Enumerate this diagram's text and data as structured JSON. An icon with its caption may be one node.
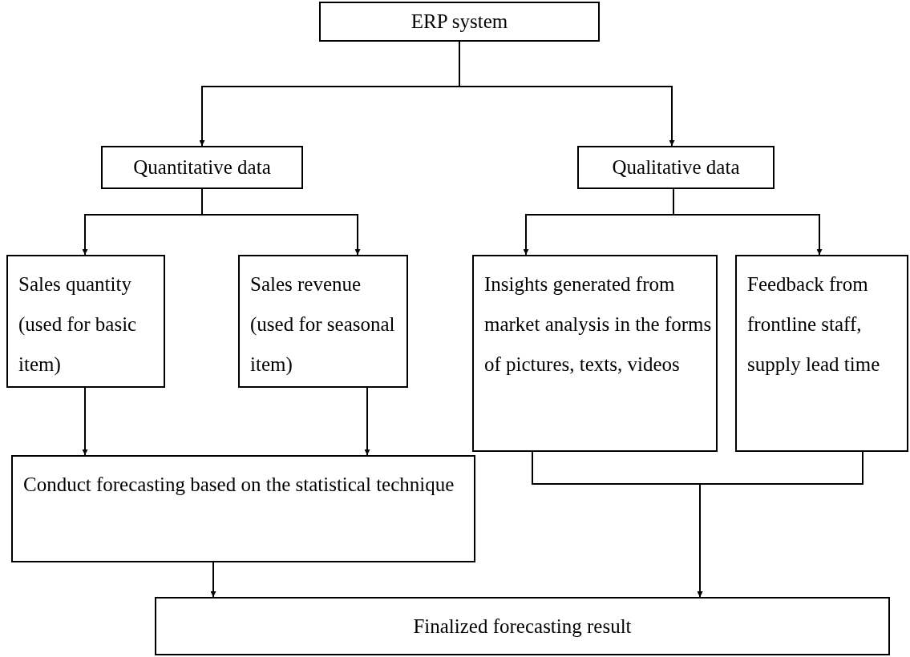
{
  "diagram": {
    "nodes": [
      {
        "text": [
          "ERP system"
        ]
      },
      {
        "text": [
          "Quantitative data"
        ]
      },
      {
        "text": [
          "Qualitative data"
        ]
      },
      {
        "text": [
          "Sales quantity (used for basic item)"
        ]
      },
      {
        "text": [
          "Sales revenue (used for seasonal item)"
        ]
      },
      {
        "text": [
          "Insights generated from market analysis in the forms of pictures, texts, videos"
        ]
      },
      {
        "text": [
          "Feedback from frontline staff, supply lead time"
        ]
      },
      {
        "text": [
          "Conduct forecasting based on the statistical technique"
        ]
      },
      {
        "text": [
          "Finalized forecasting result"
        ]
      }
    ],
    "edges": [
      {
        "from": 0,
        "to": 1,
        "arrow": "to"
      },
      {
        "from": 0,
        "to": 2,
        "arrow": "to"
      },
      {
        "from": 1,
        "to": 3,
        "arrow": "to"
      },
      {
        "from": 1,
        "to": 4,
        "arrow": "to"
      },
      {
        "from": 2,
        "to": 5,
        "arrow": "to"
      },
      {
        "from": 2,
        "to": 6,
        "arrow": "to"
      },
      {
        "from": 3,
        "to": 7,
        "arrow": "to"
      },
      {
        "from": 4,
        "to": 7,
        "arrow": "to"
      },
      {
        "from": 5,
        "to": 8,
        "arrow": "to"
      },
      {
        "from": 6,
        "to": 8,
        "arrow": "to"
      },
      {
        "from": 7,
        "to": 8,
        "arrow": "to"
      }
    ]
  }
}
